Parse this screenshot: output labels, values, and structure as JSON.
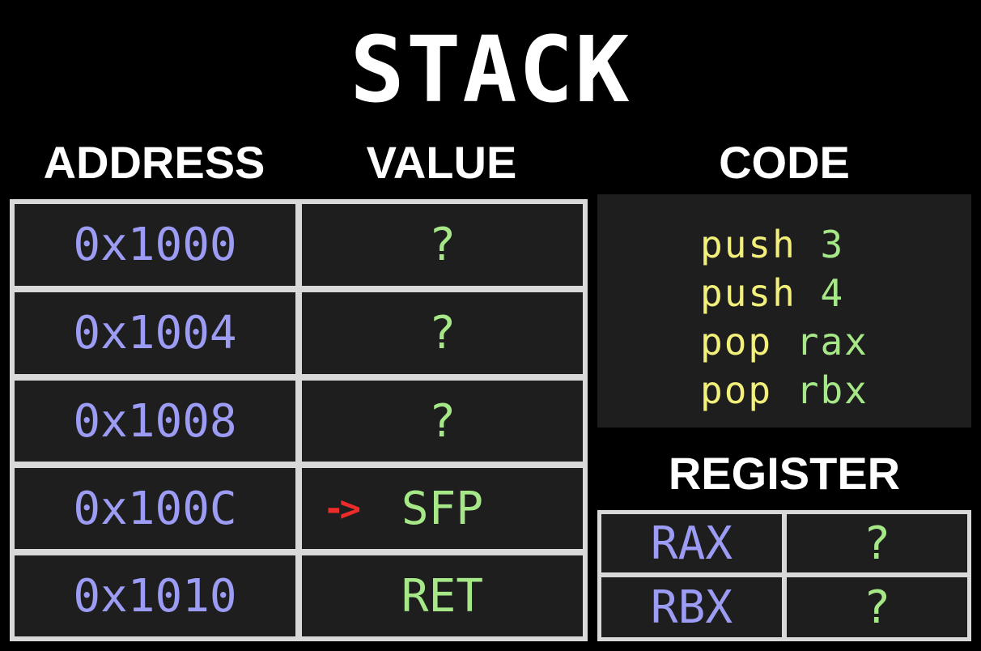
{
  "title": "STACK",
  "headers": {
    "address": "ADDRESS",
    "value": "VALUE",
    "code": "CODE",
    "register": "REGISTER"
  },
  "stack": [
    {
      "address": "0x1000",
      "value": "?",
      "pointer": ""
    },
    {
      "address": "0x1004",
      "value": "?",
      "pointer": ""
    },
    {
      "address": "0x1008",
      "value": "?",
      "pointer": ""
    },
    {
      "address": "0x100C",
      "value": "SFP",
      "pointer": "->"
    },
    {
      "address": "0x1010",
      "value": "RET",
      "pointer": ""
    }
  ],
  "code": [
    {
      "op": "push",
      "arg": "3"
    },
    {
      "op": "push",
      "arg": "4"
    },
    {
      "op": "pop",
      "arg": "rax"
    },
    {
      "op": "pop",
      "arg": "rbx"
    }
  ],
  "registers": [
    {
      "name": "RAX",
      "value": "?"
    },
    {
      "name": "RBX",
      "value": "?"
    }
  ],
  "colors": {
    "background": "#000000",
    "cell": "#1e1e1e",
    "grid": "#d9d9d9",
    "address": "#9d9cf5",
    "value": "#a6e887",
    "instruction": "#f2f07a",
    "pointer": "#ee2b2b"
  }
}
